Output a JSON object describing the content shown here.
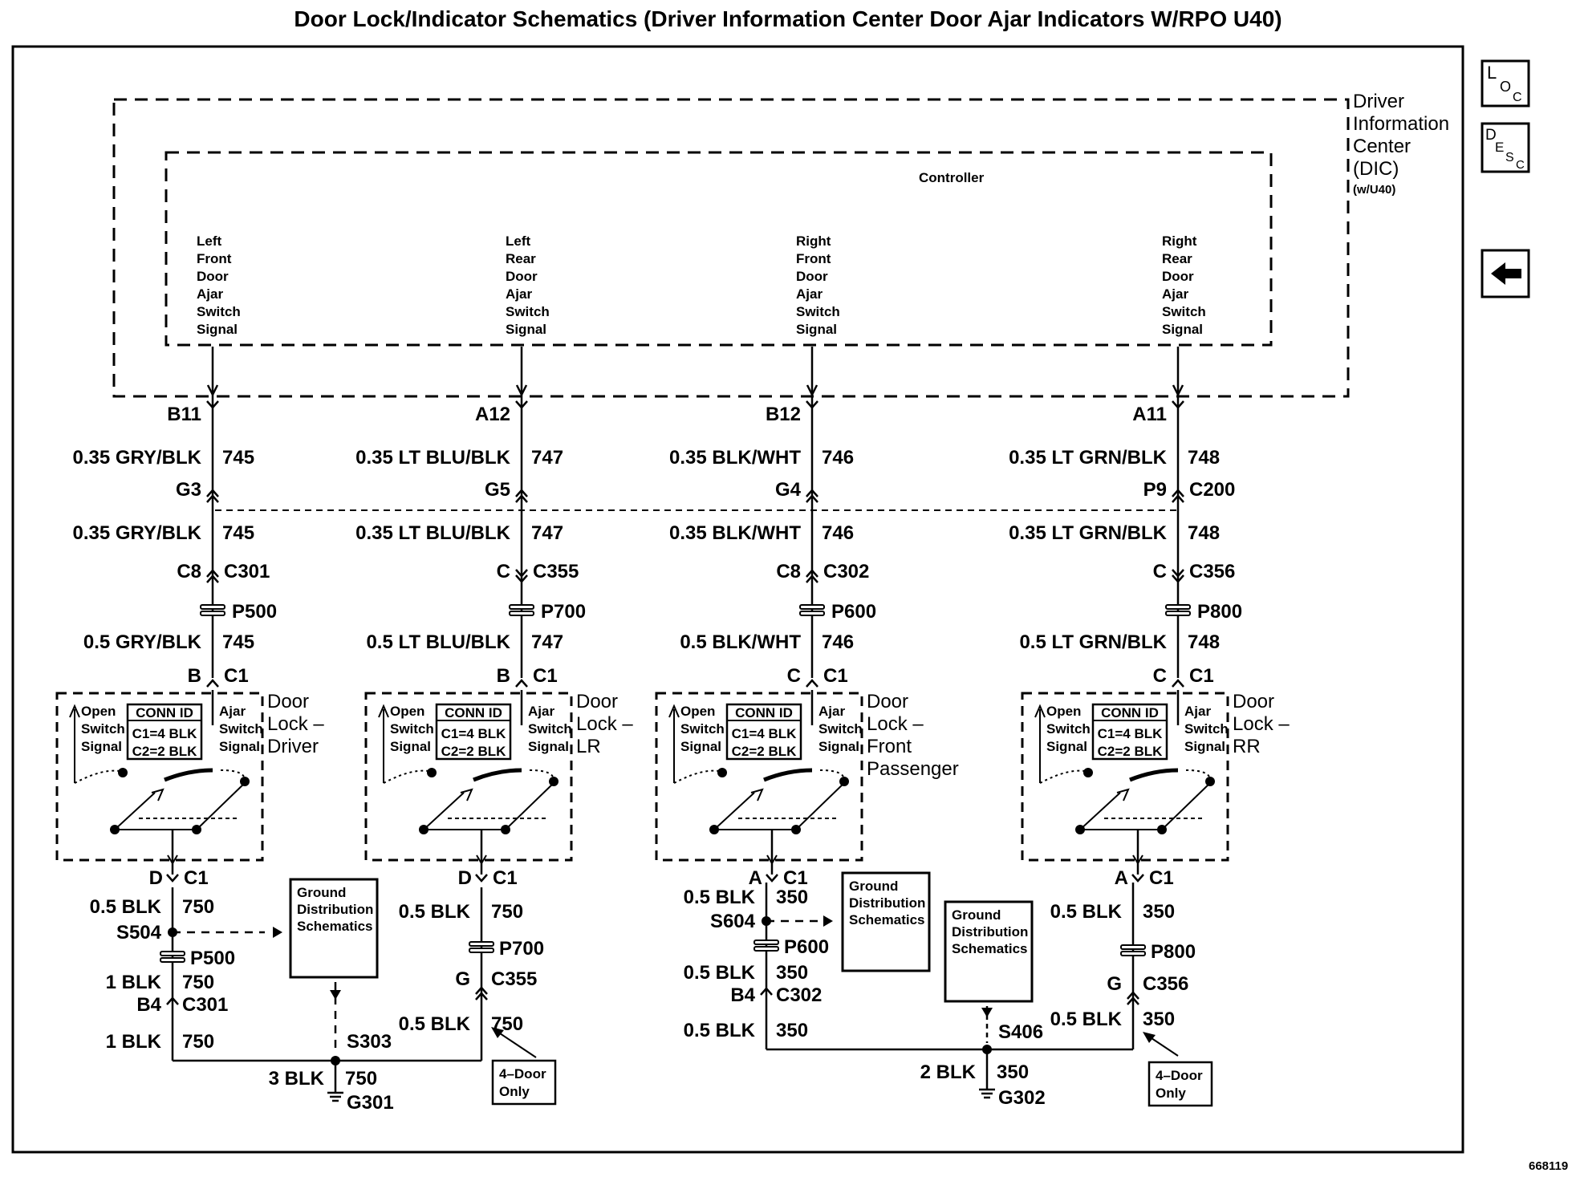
{
  "title": "Door Lock/Indicator Schematics (Driver Information Center Door Ajar Indicators W/RPO U40)",
  "figure_number": "668119",
  "nav": {
    "loc": {
      "main": "L",
      "sub1": "O",
      "sub2": "C"
    },
    "desc": {
      "main": "D",
      "sub1": "E",
      "sub2": "S",
      "sub3": "C"
    },
    "back_symbol": "←"
  },
  "dic": {
    "lines": [
      "Driver",
      "Information",
      "Center",
      "(DIC)"
    ],
    "option": "(w/U40)",
    "controller": "Controller"
  },
  "signals": [
    {
      "lines": [
        "Left",
        "Front",
        "Door",
        "Ajar",
        "Switch",
        "Signal"
      ]
    },
    {
      "lines": [
        "Left",
        "Rear",
        "Door",
        "Ajar",
        "Switch",
        "Signal"
      ]
    },
    {
      "lines": [
        "Right",
        "Front",
        "Door",
        "Ajar",
        "Switch",
        "Signal"
      ]
    },
    {
      "lines": [
        "Right",
        "Rear",
        "Door",
        "Ajar",
        "Switch",
        "Signal"
      ]
    }
  ],
  "columns": [
    {
      "pin_top": "B11",
      "wire1": "0.35 GRY/BLK",
      "circ": "745",
      "pin_c200": "G3",
      "wire2": "0.35 GRY/BLK",
      "pin_mid": "C8",
      "conn_mid": "C301",
      "inline": "P500",
      "wire3": "0.5 GRY/BLK",
      "pin_c1": "B",
      "conn_c1": "C1",
      "door": [
        "Door",
        "Lock –",
        "Driver"
      ],
      "pin_c1b": "D",
      "conn_c1b": "C1"
    },
    {
      "pin_top": "A12",
      "wire1": "0.35 LT BLU/BLK",
      "circ": "747",
      "pin_c200": "G5",
      "wire2": "0.35 LT BLU/BLK",
      "pin_mid": "C",
      "conn_mid": "C355",
      "inline": "P700",
      "wire3": "0.5 LT BLU/BLK",
      "pin_c1": "B",
      "conn_c1": "C1",
      "door": [
        "Door",
        "Lock –",
        "LR"
      ],
      "pin_c1b": "D",
      "conn_c1b": "C1"
    },
    {
      "pin_top": "B12",
      "wire1": "0.35 BLK/WHT",
      "circ": "746",
      "pin_c200": "G4",
      "wire2": "0.35 BLK/WHT",
      "pin_mid": "C8",
      "conn_mid": "C302",
      "inline": "P600",
      "wire3": "0.5 BLK/WHT",
      "pin_c1": "C",
      "conn_c1": "C1",
      "door": [
        "Door",
        "Lock –",
        "Front",
        "Passenger"
      ],
      "pin_c1b": "A",
      "conn_c1b": "C1"
    },
    {
      "pin_top": "A11",
      "wire1": "0.35 LT GRN/BLK",
      "circ": "748",
      "pin_c200": "P9",
      "wire2": "0.35 LT GRN/BLK",
      "pin_mid": "C",
      "conn_mid": "C356",
      "inline": "P800",
      "wire3": "0.5 LT GRN/BLK",
      "pin_c1": "C",
      "conn_c1": "C1",
      "door": [
        "Door",
        "Lock –",
        "RR"
      ],
      "pin_c1b": "A",
      "conn_c1b": "C1"
    }
  ],
  "c200": "C200",
  "switch_box": {
    "open": [
      "Open",
      "Switch",
      "Signal"
    ],
    "ajar": [
      "Ajar",
      "Switch",
      "Signal"
    ],
    "conn_id": [
      "CONN ID",
      "C1=4 BLK",
      "C2=2 BLK"
    ]
  },
  "ground_left": {
    "driver": {
      "wire": "0.5 BLK",
      "circ": "750",
      "splice": "S504",
      "inline": "P500",
      "wire2": "1 BLK",
      "pin": "B4",
      "conn": "C301",
      "wire3": "1 BLK"
    },
    "lr": {
      "wire": "0.5 BLK",
      "circ": "750",
      "inline": "P700",
      "pin": "G",
      "conn": "C355",
      "wire2": "0.5 BLK"
    },
    "splice": "S303",
    "gwire": "3 BLK",
    "gcirc": "750",
    "ground": "G301",
    "gds": [
      "Ground",
      "Distribution",
      "Schematics"
    ],
    "note": [
      "4–Door",
      "Only"
    ]
  },
  "ground_right": {
    "fp": {
      "wire": "0.5 BLK",
      "circ": "350",
      "splice": "S604",
      "inline": "P600",
      "wire2": "0.5 BLK",
      "pin": "B4",
      "conn": "C302",
      "wire3": "0.5 BLK"
    },
    "rr": {
      "wire": "0.5 BLK",
      "circ": "350",
      "inline": "P800",
      "pin": "G",
      "conn": "C356",
      "wire2": "0.5 BLK"
    },
    "splice": "S406",
    "gwire": "2 BLK",
    "gcirc": "350",
    "ground": "G302",
    "gds_fp": [
      "Ground",
      "Distribution",
      "Schematics"
    ],
    "gds": [
      "Ground",
      "Distribution",
      "Schematics"
    ],
    "note": [
      "4–Door",
      "Only"
    ]
  }
}
